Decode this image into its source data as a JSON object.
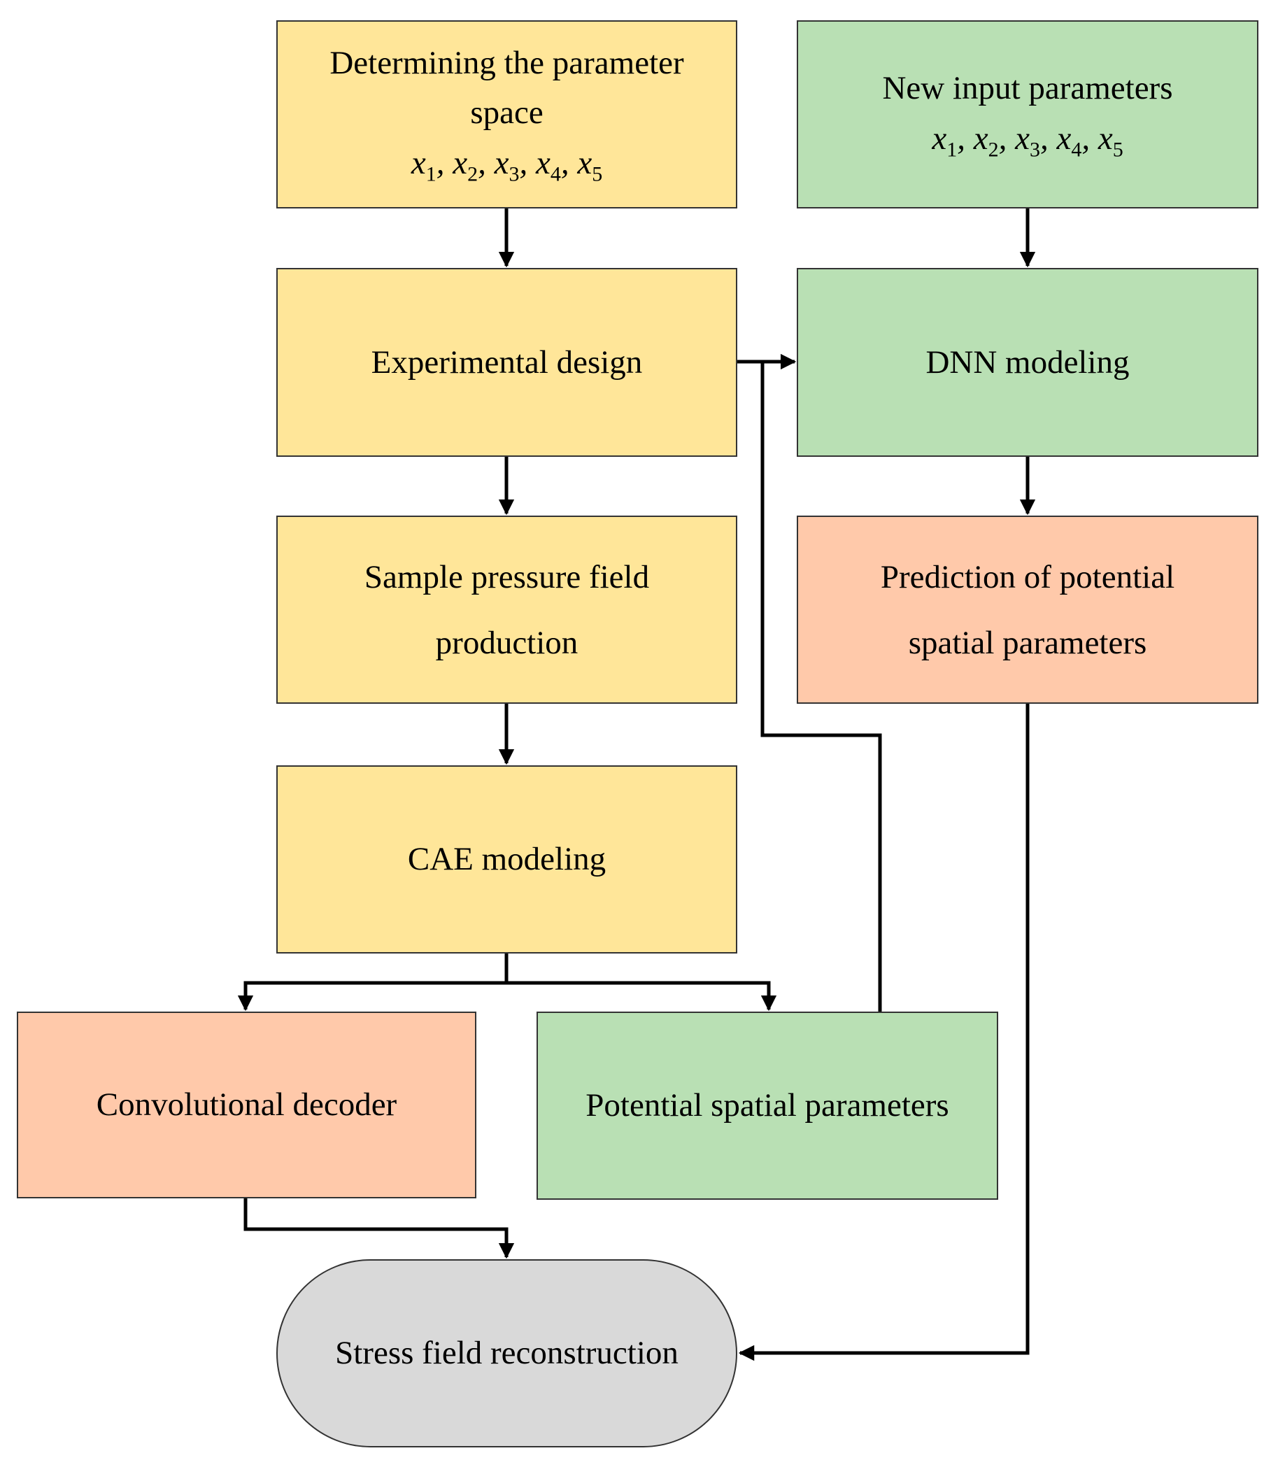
{
  "colors": {
    "yellow": "#FFE699",
    "green": "#B9E0B4",
    "salmon": "#FFC9AA",
    "grey": "#D9D9D9",
    "line": "#000000",
    "border": "#333333"
  },
  "nodes": {
    "param_space": {
      "label": "Determining the parameter space",
      "vars": [
        "x",
        "x",
        "x",
        "x",
        "x"
      ],
      "subs": [
        "1",
        "2",
        "3",
        "4",
        "5"
      ],
      "color": "yellow"
    },
    "new_inputs": {
      "label": "New input parameters",
      "vars": [
        "x",
        "x",
        "x",
        "x",
        "x"
      ],
      "subs": [
        "1",
        "2",
        "3",
        "4",
        "5"
      ],
      "color": "green"
    },
    "experimental_design": {
      "label": "Experimental design",
      "color": "yellow"
    },
    "dnn_modeling": {
      "label": "DNN modeling",
      "color": "green"
    },
    "sample_pressure": {
      "label": "Sample pressure field production",
      "color": "yellow"
    },
    "prediction": {
      "label": "Prediction of potential spatial parameters",
      "color": "salmon"
    },
    "cae_modeling": {
      "label": "CAE modeling",
      "color": "yellow"
    },
    "conv_decoder": {
      "label": "Convolutional decoder",
      "color": "salmon"
    },
    "potential_params": {
      "label": "Potential spatial parameters",
      "color": "green"
    },
    "stress_field": {
      "label": "Stress field reconstruction",
      "color": "grey"
    }
  },
  "edges": [
    {
      "from": "param_space",
      "to": "experimental_design"
    },
    {
      "from": "new_inputs",
      "to": "dnn_modeling"
    },
    {
      "from": "experimental_design",
      "to": "dnn_modeling"
    },
    {
      "from": "experimental_design",
      "to": "sample_pressure"
    },
    {
      "from": "sample_pressure",
      "to": "cae_modeling"
    },
    {
      "from": "dnn_modeling",
      "to": "prediction"
    },
    {
      "from": "cae_modeling",
      "to": "conv_decoder"
    },
    {
      "from": "cae_modeling",
      "to": "potential_params"
    },
    {
      "from": "potential_params",
      "to": "dnn_modeling"
    },
    {
      "from": "conv_decoder",
      "to": "stress_field"
    },
    {
      "from": "prediction",
      "to": "stress_field"
    }
  ]
}
